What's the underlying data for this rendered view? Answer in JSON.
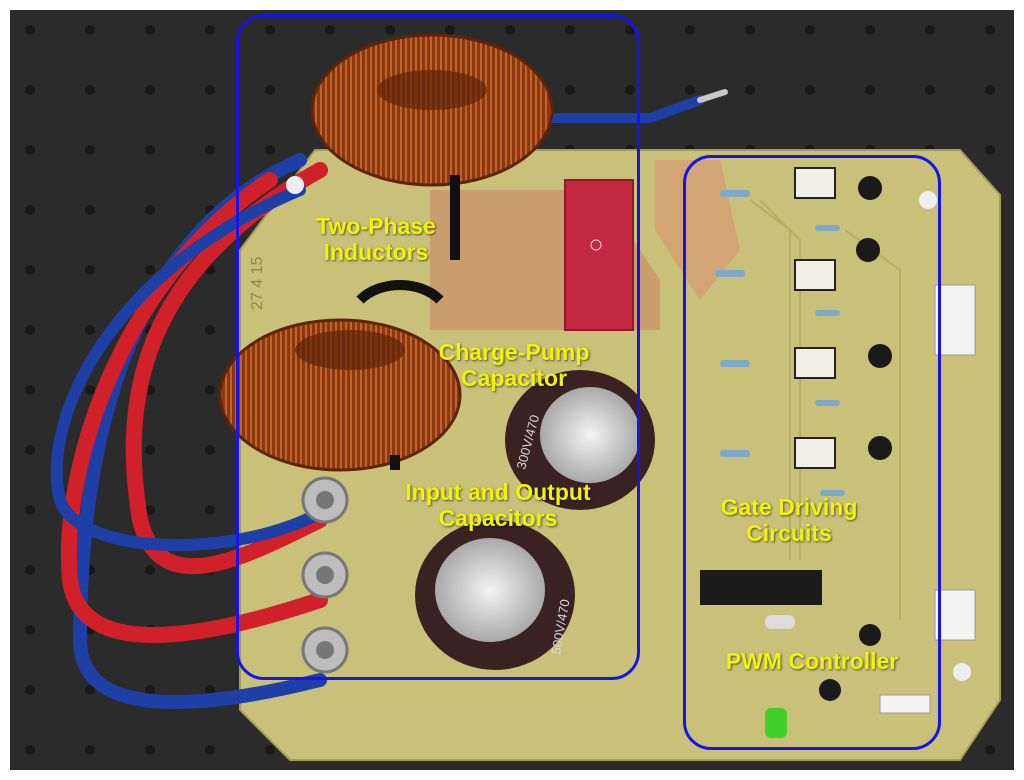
{
  "labels": {
    "inductors_line1": "Two-Phase",
    "inductors_line2": "Inductors",
    "pump_line1": "Charge-Pump",
    "pump_line2": "Capacitor",
    "io_line1": "Input and Output",
    "io_line2": "Capacitors",
    "gate_line1": "Gate Driving",
    "gate_line2": "Circuits",
    "pwm": "PWM Controller"
  },
  "board_text": {
    "cap_top": "300V/470",
    "cap_bottom": "500V/470",
    "ruler": "27  4  15"
  },
  "colors": {
    "label_text": "#f2f20a",
    "outline": "#1515e6",
    "pcb": "#c8bf78",
    "copper_wire": "#8b3a10",
    "cable_red": "#d0202a",
    "cable_blue": "#1e3fa6",
    "background": "#2a2a2a"
  }
}
